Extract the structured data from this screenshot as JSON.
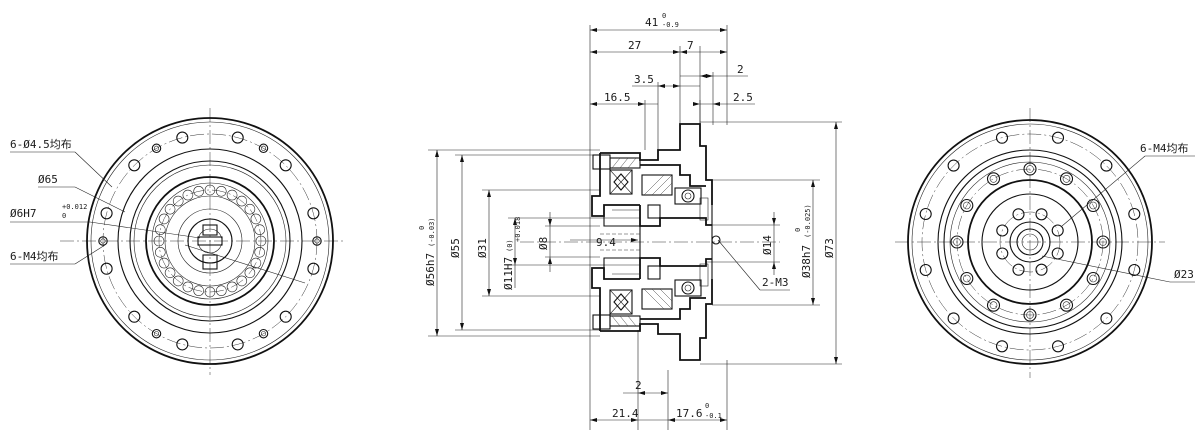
{
  "left_view": {
    "labels": {
      "holes_6": "6-Ø4.5均布",
      "d65": "Ø65",
      "d6h7": "Ø6H7",
      "d6h7_upper": "+0.012",
      "d6h7_lower": "0",
      "m4": "6-M4均布"
    }
  },
  "section_view": {
    "labels": {
      "overall": "41",
      "overall_upper": "0",
      "overall_lower": "-0.9",
      "d27": "27",
      "d7": "7",
      "d2_top": "2",
      "d35": "3.5",
      "d165": "16.5",
      "d25": "2.5",
      "d56": "Ø56h7",
      "d56_tol": "(-0.03)",
      "d56_upper": "0",
      "d55": "Ø55",
      "d31": "Ø31",
      "d11": "Ø11H7",
      "d11_tol": "(0)",
      "d11_upper": "+0.018",
      "d8": "Ø8",
      "d94": "9.4",
      "d14": "Ø14",
      "d38": "Ø38h7",
      "d38_tol": "(-0.025)",
      "d38_upper": "0",
      "d73": "Ø73",
      "m3": "2-M3",
      "d2_bottom": "2",
      "d214": "21.4",
      "d176": "17.6",
      "d176_upper": "0",
      "d176_lower": "-0.1"
    }
  },
  "right_view": {
    "labels": {
      "m4": "6-M4均布",
      "d23": "Ø23"
    }
  }
}
